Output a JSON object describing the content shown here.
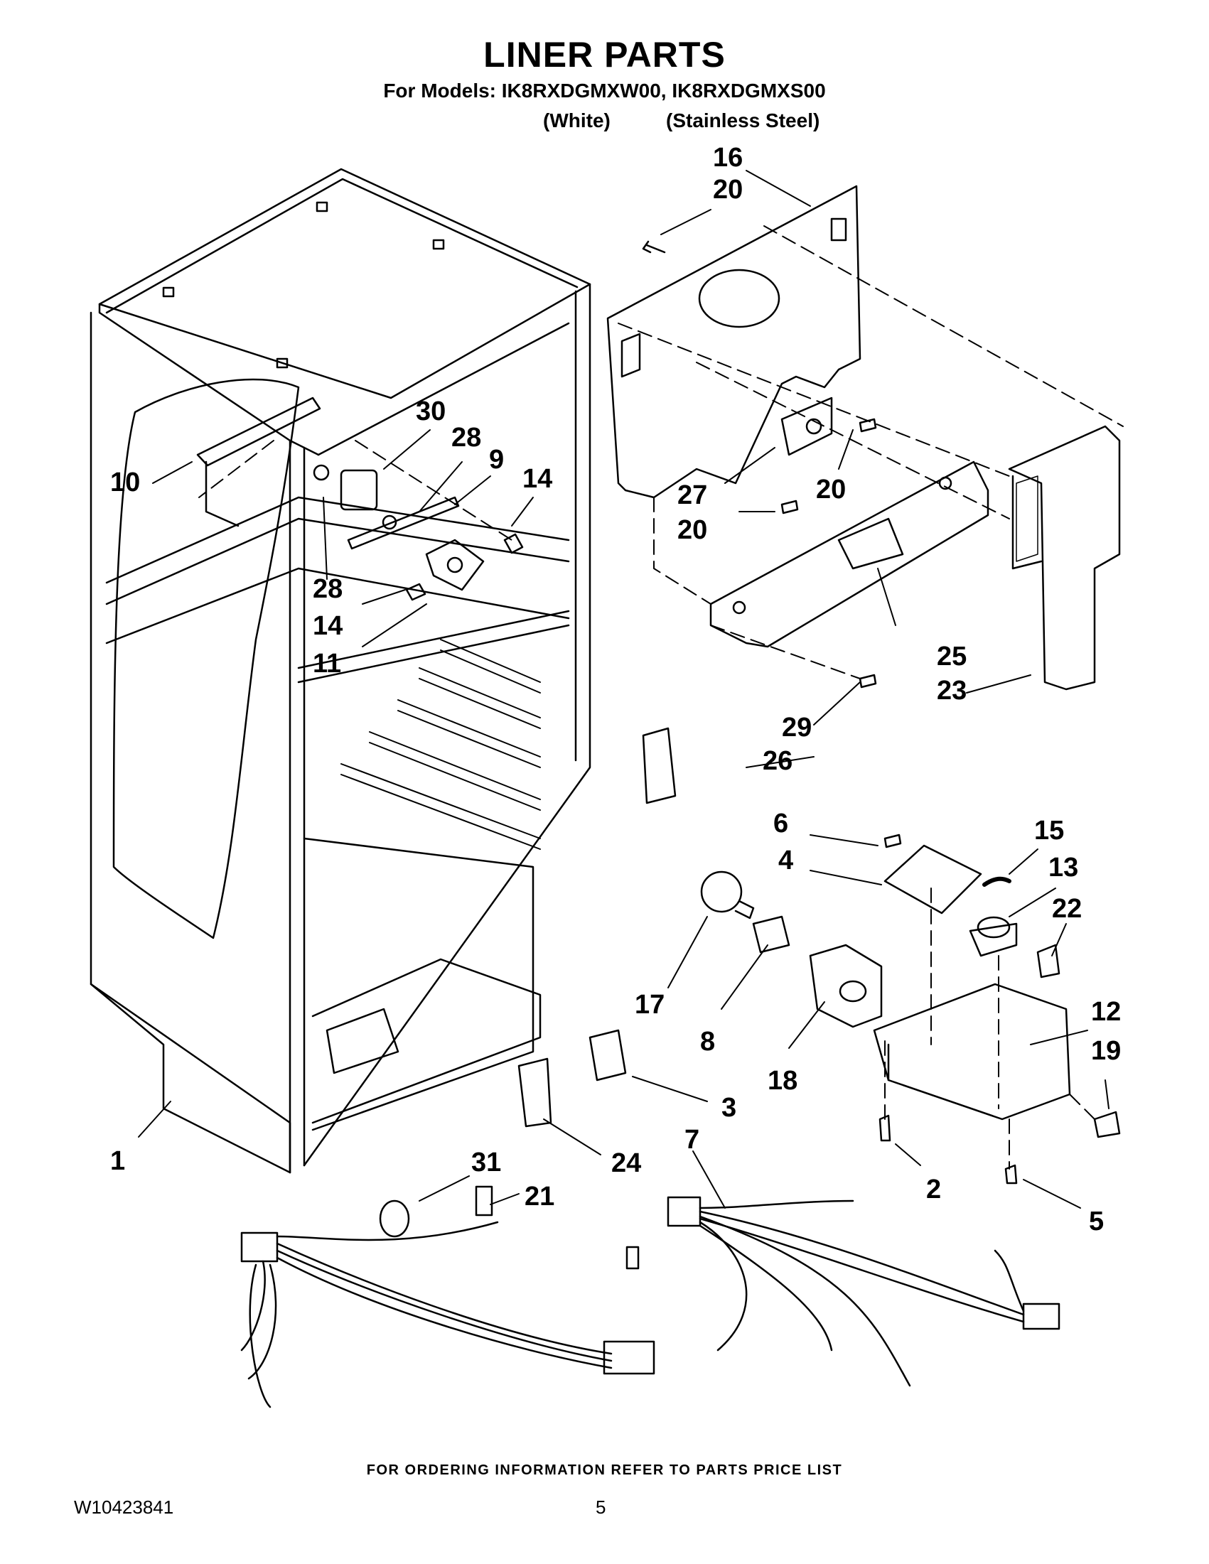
{
  "header": {
    "title": "LINER PARTS",
    "models_line": "For Models: IK8RXDGMXW00, IK8RXDGMXS00",
    "variants": [
      "(White)",
      "(Stainless Steel)"
    ]
  },
  "callouts": [
    "16",
    "20",
    "30",
    "28",
    "9",
    "14",
    "10",
    "28",
    "14",
    "11",
    "27",
    "20",
    "20",
    "25",
    "23",
    "29",
    "26",
    "6",
    "15",
    "4",
    "13",
    "22",
    "17",
    "8",
    "18",
    "12",
    "19",
    "3",
    "24",
    "1",
    "31",
    "21",
    "7",
    "2",
    "5"
  ],
  "footer": {
    "note": "FOR ORDERING INFORMATION REFER TO PARTS PRICE LIST",
    "doc_number": "W10423841",
    "page_number": "5"
  }
}
